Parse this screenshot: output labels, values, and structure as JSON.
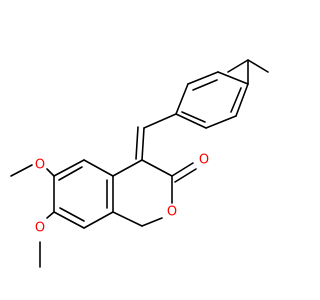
{
  "diagram": {
    "type": "skeletal-structure",
    "colors": {
      "bond": "#000000",
      "oxygen": "#ff0000",
      "background": "#ffffff"
    },
    "labels": {
      "o_ring": "O",
      "o_carbonyl": "O",
      "o_methoxy_upper": "O",
      "o_methoxy_lower": "O"
    }
  }
}
